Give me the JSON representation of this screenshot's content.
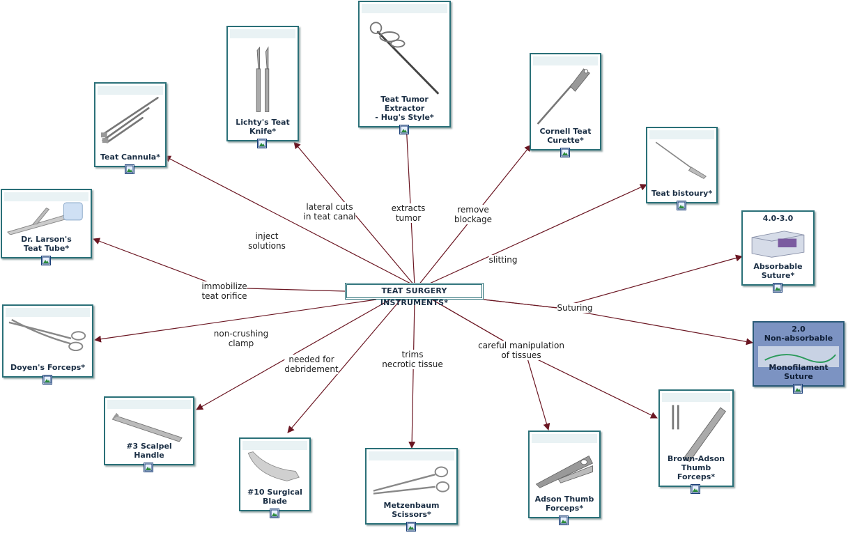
{
  "center_label": "TEAT SURGERY INSTRUMENTS*",
  "nodes": [
    {
      "id": "teat-cannula",
      "label": "Teat Cannula*"
    },
    {
      "id": "lichty-knife",
      "label": "Lichty's Teat\nKnife*"
    },
    {
      "id": "tumor-extractor",
      "label": "Teat Tumor Extractor\n- Hug's Style*"
    },
    {
      "id": "cornell-curette",
      "label": "Cornell Teat\nCurette*"
    },
    {
      "id": "teat-bistoury",
      "label": "Teat bistoury*"
    },
    {
      "id": "absorbable-suture",
      "top": "4.0-3.0",
      "label": "Absorbable\nSuture*"
    },
    {
      "id": "larson-tube",
      "label": "Dr. Larson's\nTeat Tube*"
    },
    {
      "id": "doyen-forceps",
      "label": "Doyen's Forceps*"
    },
    {
      "id": "monofilament-suture",
      "top": "2.0\nNon-absorbable",
      "label": "Monofilament\nSuture"
    },
    {
      "id": "scalpel-handle",
      "label": "#3 Scalpel\nHandle"
    },
    {
      "id": "surgical-blade",
      "label": "#10 Surgical\nBlade"
    },
    {
      "id": "metzenbaum",
      "label": "Metzenbaum\nScissors*"
    },
    {
      "id": "adson-forceps",
      "label": "Adson Thumb\nForceps*"
    },
    {
      "id": "brown-adson",
      "label": "Brown-Adson\nThumb Forceps*"
    }
  ],
  "links": [
    {
      "id": "inject",
      "label": "inject\nsolutions"
    },
    {
      "id": "lateral",
      "label": "lateral cuts\nin teat canal"
    },
    {
      "id": "extracts",
      "label": "extracts\ntumor"
    },
    {
      "id": "remove",
      "label": "remove\nblockage"
    },
    {
      "id": "slitting",
      "label": "slitting"
    },
    {
      "id": "suturing",
      "label": "Suturing"
    },
    {
      "id": "immobilize",
      "label": "immobilize\nteat orifice"
    },
    {
      "id": "clamp",
      "label": "non-crushing\nclamp"
    },
    {
      "id": "debridement",
      "label": "needed for\ndebridement"
    },
    {
      "id": "trims",
      "label": "trims\nnecrotic tissue"
    },
    {
      "id": "careful",
      "label": "careful manipulation\nof tissues"
    }
  ],
  "colors": {
    "node_border": "#2a7078",
    "arrow": "#6b1622",
    "text": "#1a2e44",
    "dark_node": "#7c93c2"
  }
}
